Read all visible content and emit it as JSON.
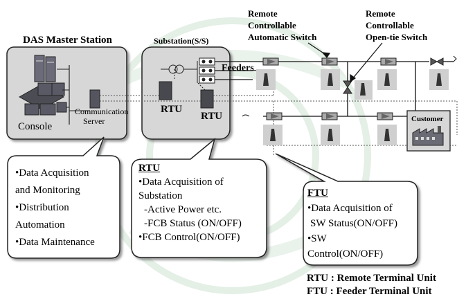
{
  "master": {
    "title": "DAS Master Station",
    "console_label": "Console",
    "comm_server_label": [
      "Communication",
      "Server"
    ]
  },
  "substation": {
    "title": "Substation(S/S)",
    "feeders_label": "Feeders",
    "rtu_label_1": "RTU",
    "rtu_label_2": "RTU"
  },
  "switches": {
    "auto_switch_label": [
      "Remote",
      "Controllable",
      "Automatic Switch"
    ],
    "open_tie_label": [
      "Remote",
      "Controllable",
      "Open-tie Switch"
    ]
  },
  "customer": {
    "label": "Customer"
  },
  "callouts": {
    "master_functions": [
      "•Data Acquisition",
      "and Monitoring",
      "•Distribution",
      "Automation",
      "•Data Maintenance"
    ],
    "rtu": {
      "title": "RTU",
      "lines": [
        "•Data Acquisition of",
        "Substation",
        "-Active Power etc.",
        "-FCB Status (ON/OFF)",
        "•FCB Control(ON/OFF)"
      ]
    },
    "ftu": {
      "title": "FTU",
      "lines": [
        "•Data Acquisition of",
        "SW Status(ON/OFF)",
        "•SW",
        "Control(ON/OFF)"
      ]
    }
  },
  "legend": {
    "rtu": "RTU : Remote Terminal Unit",
    "ftu": "FTU : Feeder Terminal Unit"
  }
}
